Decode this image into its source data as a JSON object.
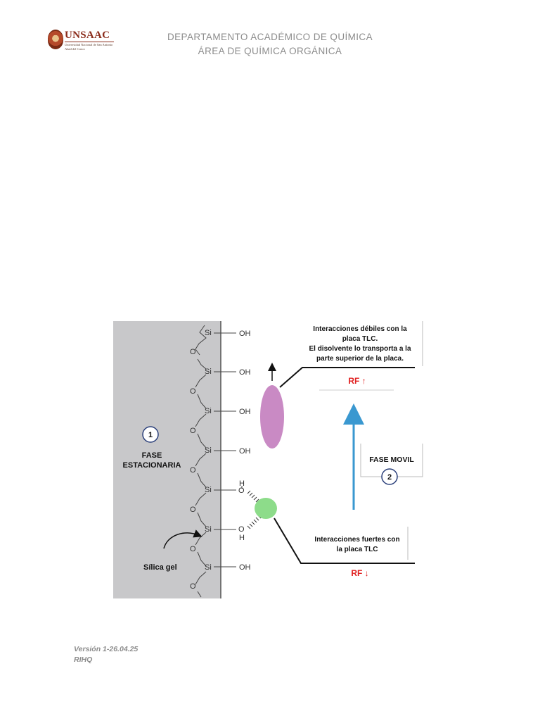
{
  "logo": {
    "name": "UNSAAC",
    "subtitle": "Universidad Nacional de San Antonio Abad del Cusco"
  },
  "header": {
    "line1": "DEPARTAMENTO ACADÉMICO DE QUÍMICA",
    "line2": "ÁREA DE QUÍMICA ORGÁNICA"
  },
  "diagram": {
    "si_label": "Si",
    "o_label": "O",
    "oh_label": "OH",
    "h_label": "H",
    "badge1": "1",
    "badge2": "2",
    "stationary_line1": "FASE",
    "stationary_line2": "ESTACIONARIA",
    "silica_label": "Sílica gel",
    "mobile_phase": "FASE MOVIL",
    "weak_line1": "Interacciones débiles con la",
    "weak_line2": "placa TLC.",
    "weak_line3": "El disolvente lo transporta a la",
    "weak_line4": "parte superior de la placa.",
    "rf_high": "RF ↑",
    "rf_low": "RF ↓",
    "strong_line1": "Interacciones fuertes con",
    "strong_line2": "la placa TLC",
    "colors": {
      "plate": "#c8c8ca",
      "weak_spot": "#c98ac4",
      "strong_spot": "#8ddc8a",
      "arrow": "#3a98d0",
      "rf": "#e02020"
    }
  },
  "footer": {
    "version": "Versión 1-26.04.25",
    "author": "RIHQ"
  }
}
